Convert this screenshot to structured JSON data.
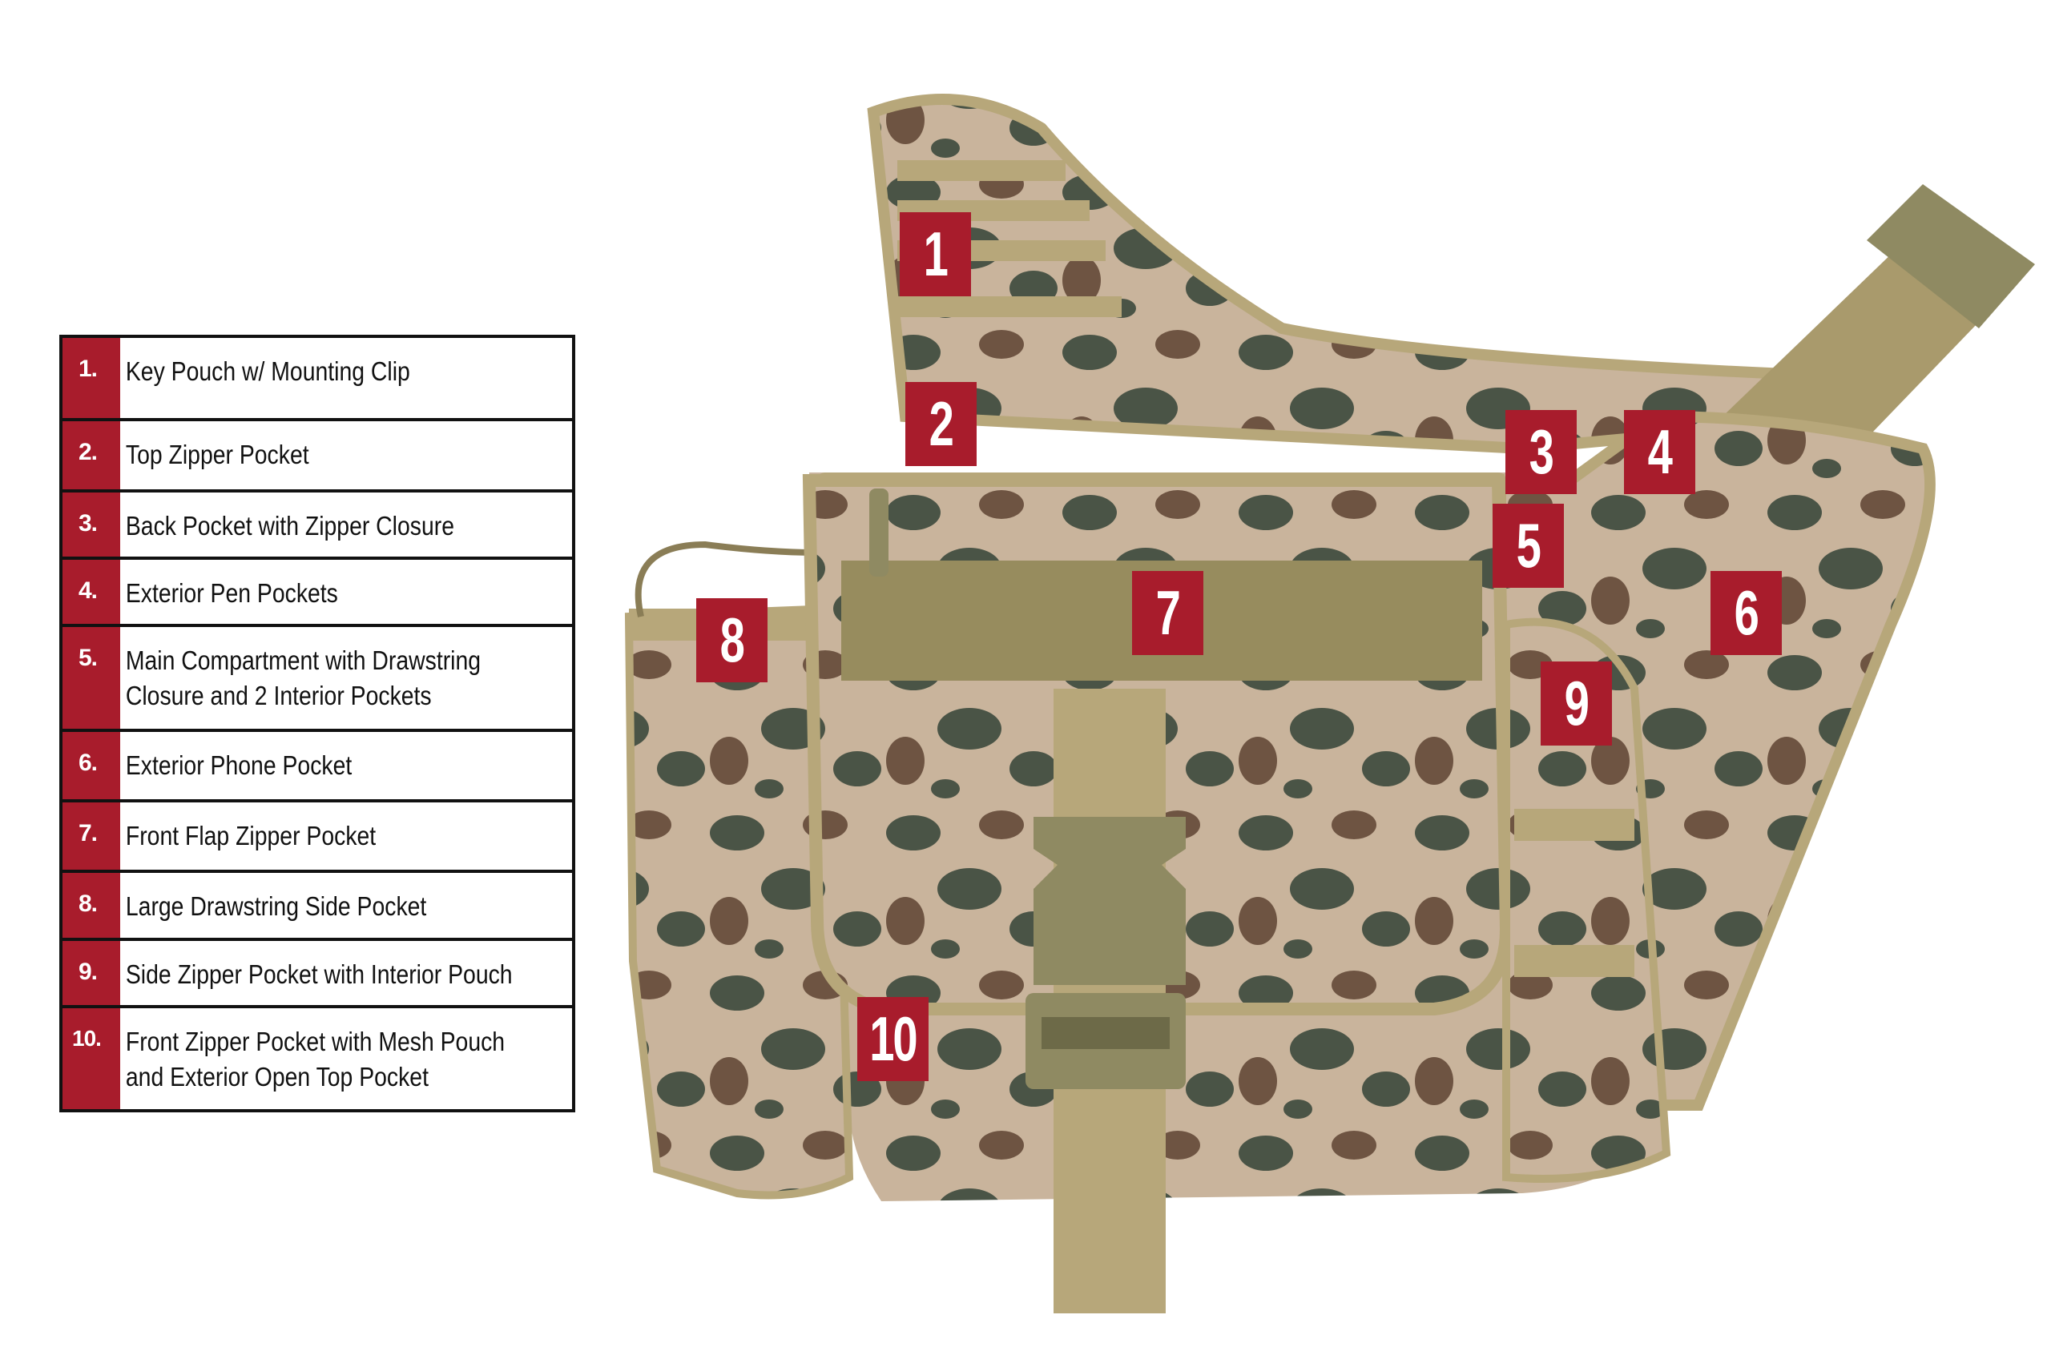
{
  "legend": {
    "items": [
      {
        "num": "1.",
        "label": "Key Pouch w/ Mounting Clip"
      },
      {
        "num": "2.",
        "label": "Top Zipper Pocket"
      },
      {
        "num": "3.",
        "label": "Back Pocket with Zipper Closure"
      },
      {
        "num": "4.",
        "label": "Exterior Pen Pockets"
      },
      {
        "num": "5.",
        "label": "Main Compartment with Drawstring",
        "label2": "Closure and 2 Interior Pockets"
      },
      {
        "num": "6.",
        "label": "Exterior Phone Pocket"
      },
      {
        "num": "7.",
        "label": "Front Flap Zipper Pocket"
      },
      {
        "num": "8.",
        "label": "Large Drawstring Side Pocket"
      },
      {
        "num": "9.",
        "label": "Side Zipper Pocket with Interior Pouch"
      },
      {
        "num": "10.",
        "label": "Front Zipper Pocket with Mesh Pouch",
        "label2": "and Exterior Open Top Pocket"
      }
    ]
  },
  "markers": [
    {
      "label": "1"
    },
    {
      "label": "2"
    },
    {
      "label": "3"
    },
    {
      "label": "4"
    },
    {
      "label": "5"
    },
    {
      "label": "6"
    },
    {
      "label": "7"
    },
    {
      "label": "8"
    },
    {
      "label": "9"
    },
    {
      "label": "10"
    }
  ],
  "colors": {
    "marker_red": "#a81c2c",
    "camo_tan": "#c9b49c",
    "camo_green": "#4a5446",
    "camo_brown": "#6e5442",
    "webbing_coyote": "#b7a77a",
    "buckle_olive": "#8f8a62"
  }
}
